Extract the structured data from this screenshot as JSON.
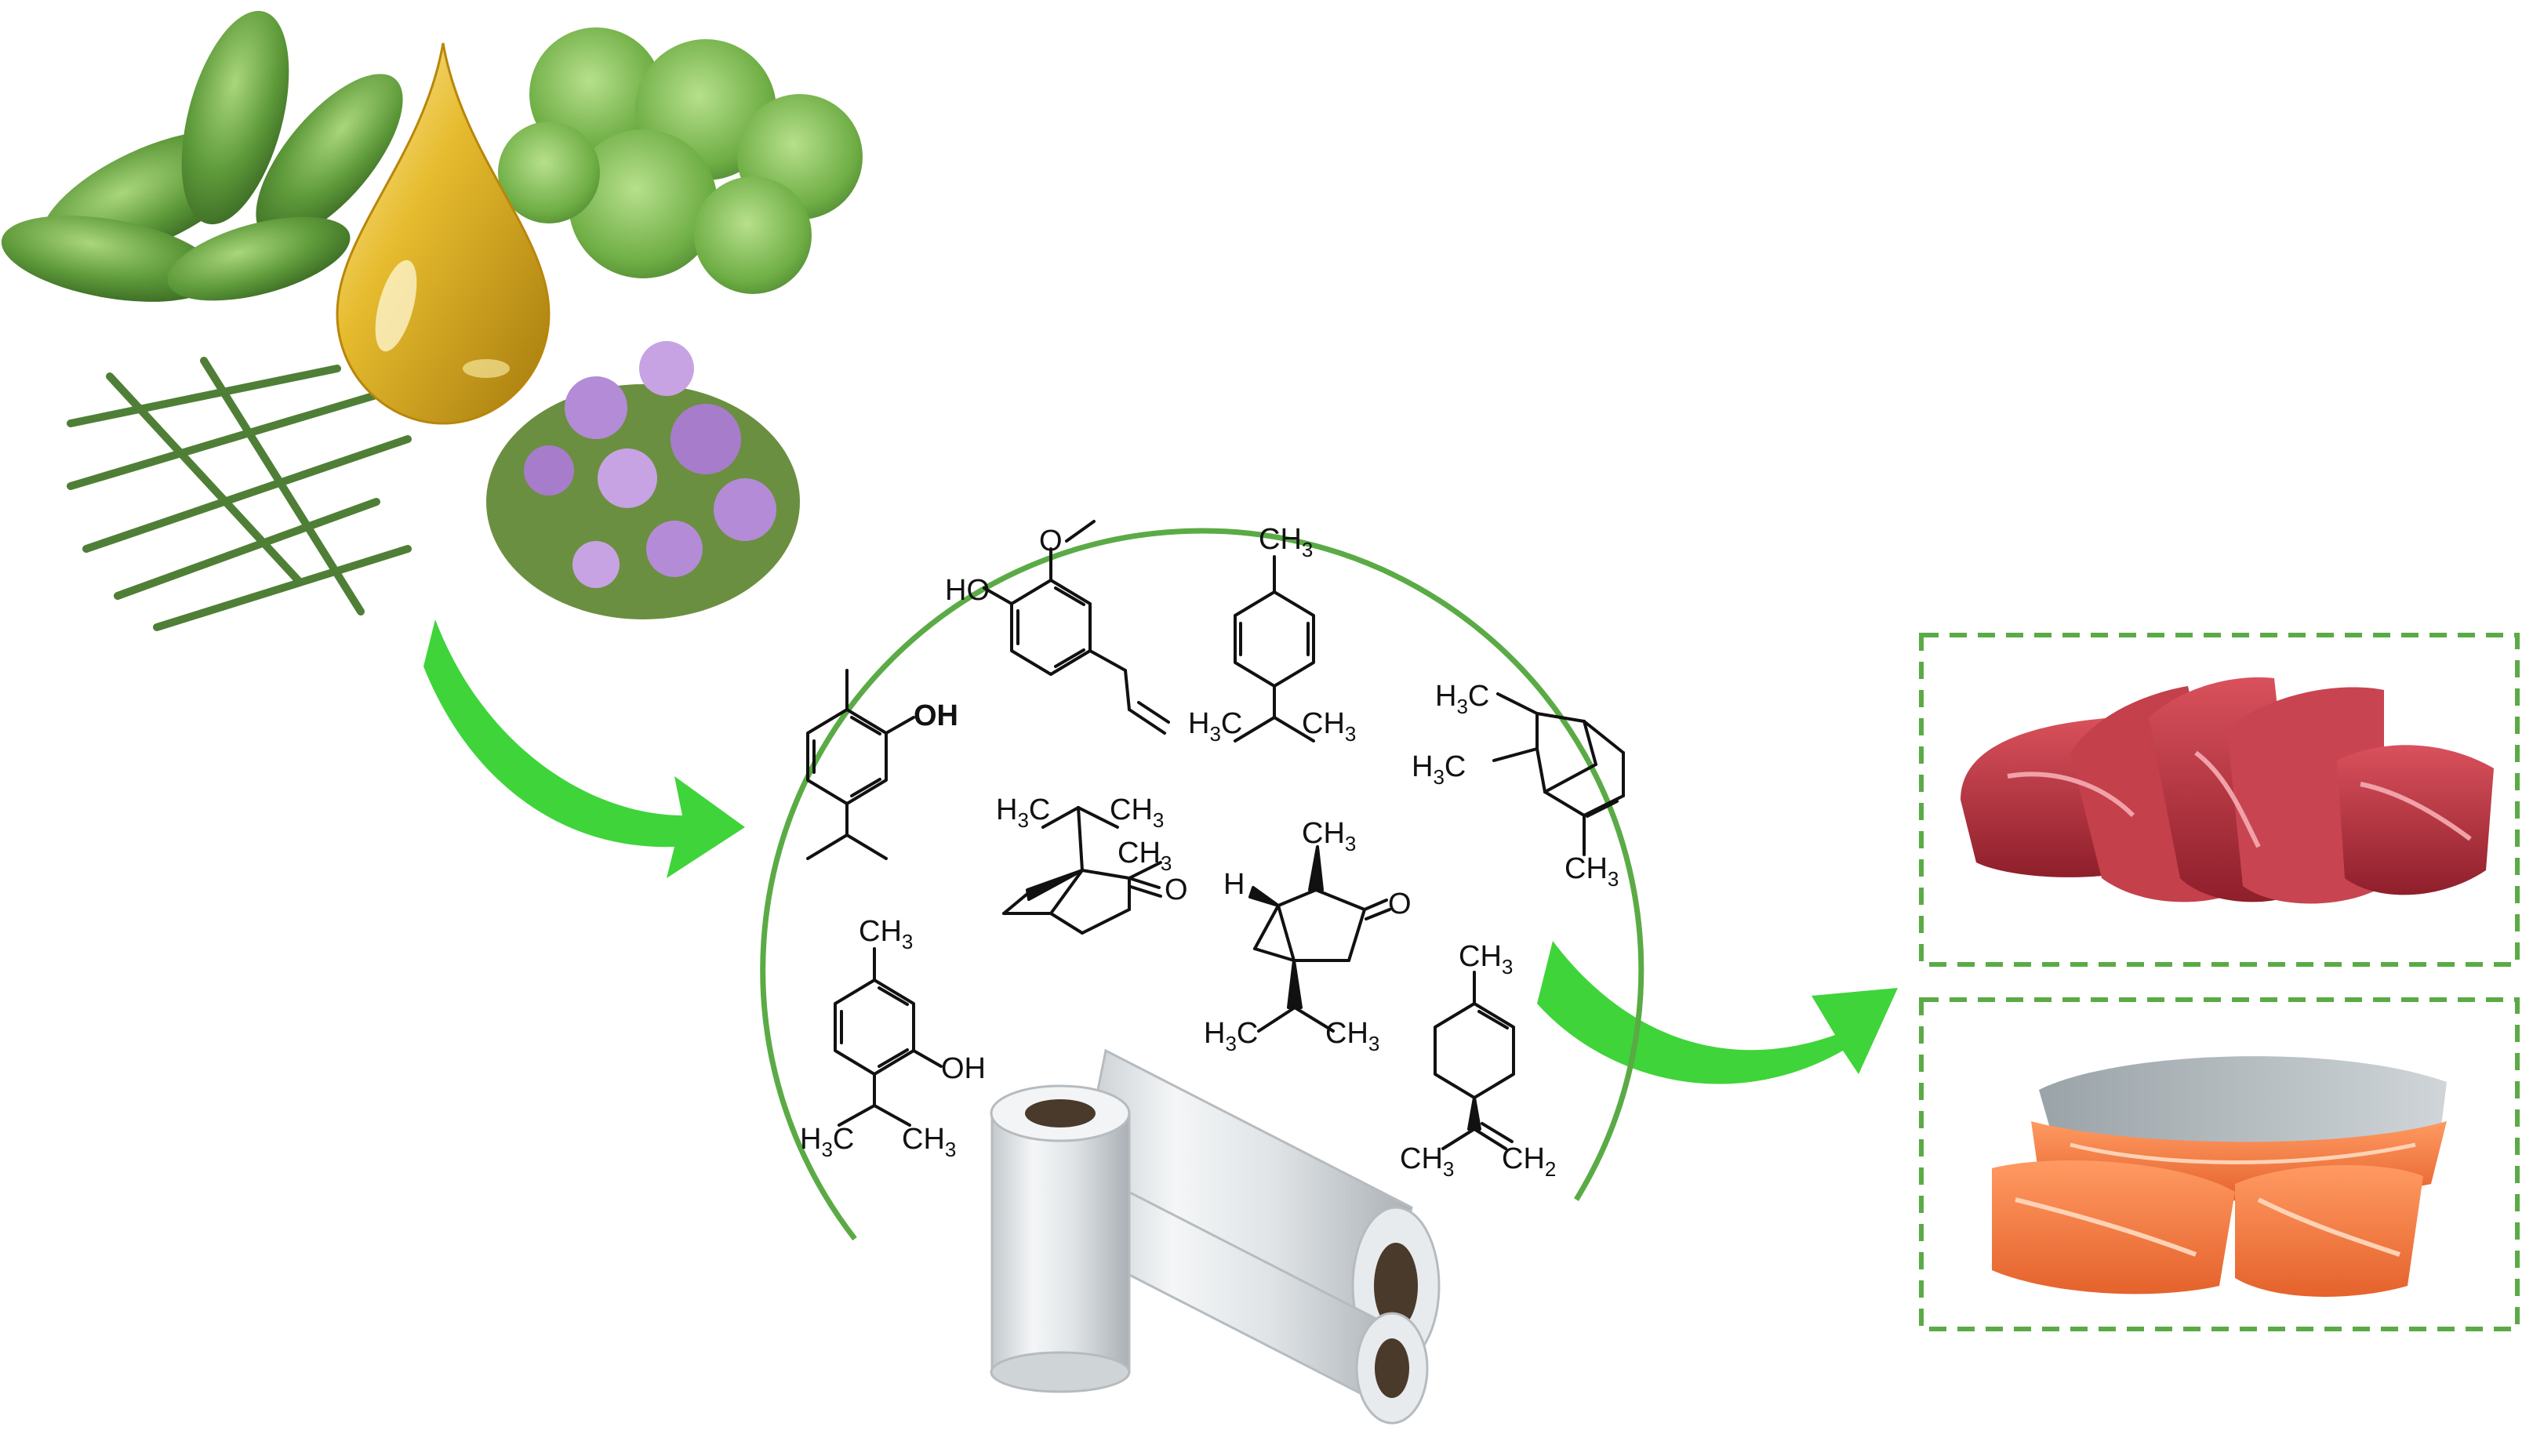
{
  "colors": {
    "accent_green": "#5aab45",
    "arrow_green": "#3fd43a",
    "oil_gold": "#d4a61a",
    "meat_red": "#b83540",
    "salmon": "#f07a45",
    "film_grey": "#d9dde0"
  },
  "icons": {
    "herbs": "herb-leaves-and-thyme-flowers",
    "oil": "essential-oil-drop",
    "film": "plastic-wrap-rolls",
    "meat": "raw-beef-slices",
    "fish": "salmon-fillets"
  },
  "labels": {
    "oh": "OH",
    "ho": "HO",
    "ch3": "CH",
    "h3c": "H",
    "three": "3",
    "c": "C",
    "h": "H",
    "o": "O",
    "ch2": "CH",
    "two": "2"
  }
}
